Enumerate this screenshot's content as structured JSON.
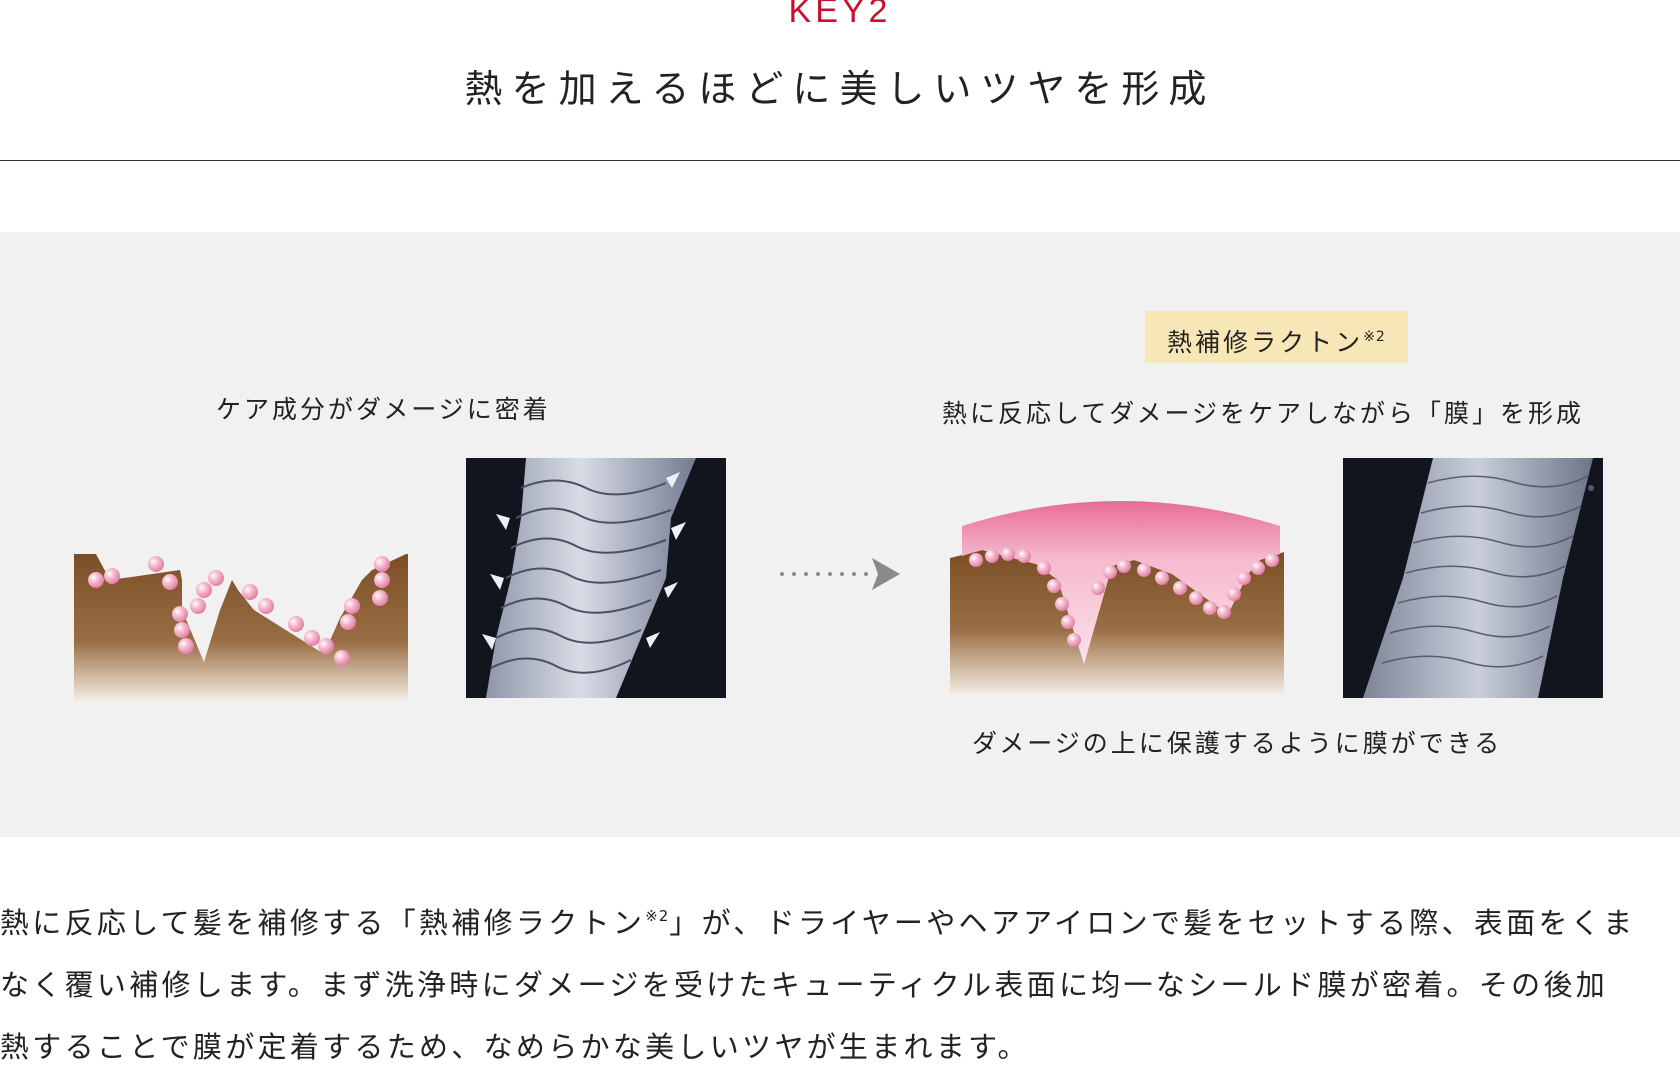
{
  "key": "KEY2",
  "headline": "熱を加えるほどに美しいツヤを形成",
  "left_caption": "ケア成分がダメージに密着",
  "badge": {
    "label": "熱補修ラクトン",
    "note": "※2"
  },
  "right_caption": "熱に反応してダメージをケアしながら「膜」を形成",
  "bottom_caption": "ダメージの上に保護するように膜ができる",
  "body": {
    "line1_a": "熱に反応して髪を補修する「熱補修ラクトン",
    "line1_note": "※2",
    "line1_b": "」が、ドライヤーやヘアアイロンで髪をセットする際、表面をくま",
    "line2": "なく覆い補修します。まず洗浄時にダメージを受けたキューティクル表面に均一なシールド膜が密着。その後加",
    "line3": "熱することで膜が定着するため、なめらかな美しいツヤが生まれます。"
  },
  "colors": {
    "accent": "#c8102e",
    "panel": "#f1f1f1",
    "badge": "#f7e7b6",
    "hair_brown": "#7b4e26",
    "bead_pink": "#f2a3bf"
  },
  "icons": [
    "dotted-arrow-right-icon"
  ]
}
